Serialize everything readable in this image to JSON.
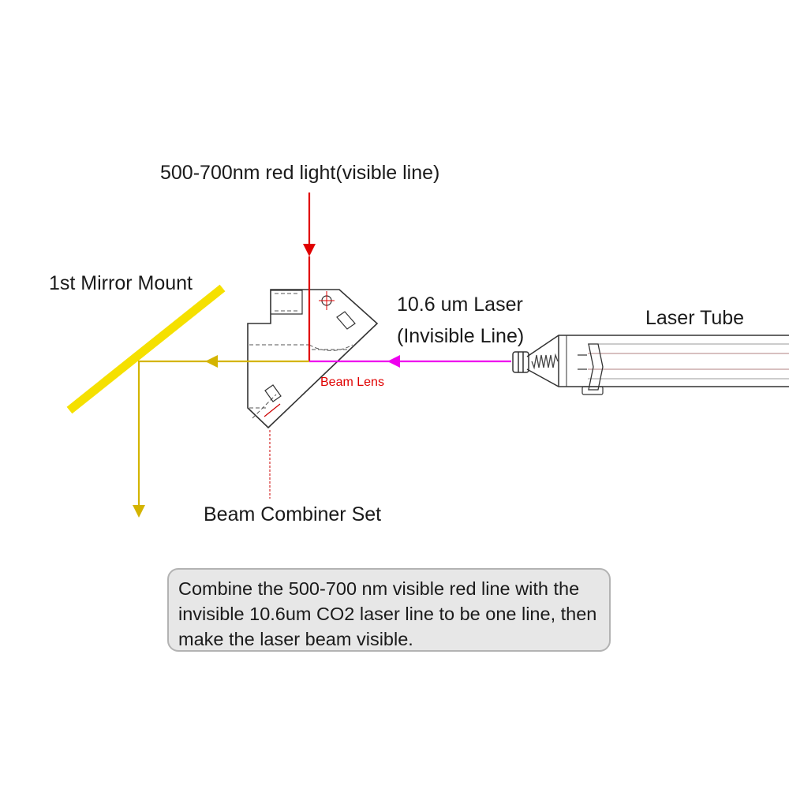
{
  "labels": {
    "red_light": "500-700nm red light(visible line)",
    "mirror_mount": "1st Mirror Mount",
    "laser_line_1": "10.6 um Laser",
    "laser_line_2": "(Invisible Line)",
    "laser_tube": "Laser Tube",
    "beam_lens": "Beam Lens",
    "beam_combiner": "Beam Combiner Set"
  },
  "note": {
    "lines": [
      "Combine the 500-700 nm visible red line with the",
      "invisible 10.6um CO2 laser line to be one line, then",
      "make the laser beam visible."
    ]
  },
  "colors": {
    "red_beam": "#e00000",
    "laser_beam": "#ee00ee",
    "combined_beam": "#d4b400",
    "mirror": "#f5e000",
    "beam_lens_text": "#e00000",
    "note_background": "#e7e7e7"
  }
}
